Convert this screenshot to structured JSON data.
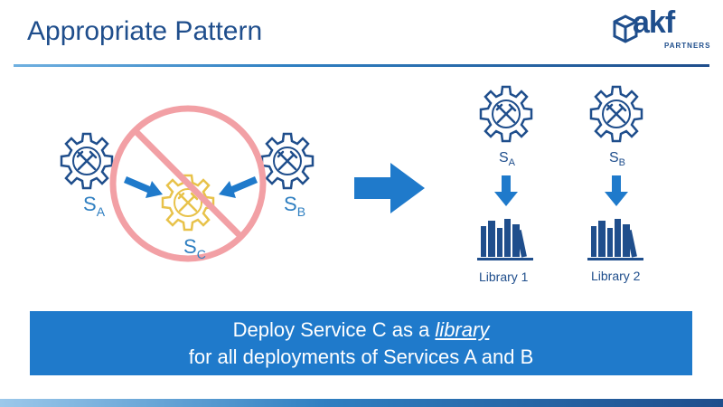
{
  "header": {
    "title": "Appropriate Pattern",
    "logo_name": "akf",
    "logo_sub": "PARTNERS"
  },
  "left_diagram": {
    "service_a": {
      "main": "S",
      "sub": "A"
    },
    "service_b": {
      "main": "S",
      "sub": "B"
    },
    "service_c": {
      "main": "S",
      "sub": "C"
    }
  },
  "right_diagram": {
    "service_a": {
      "main": "S",
      "sub": "A"
    },
    "service_b": {
      "main": "S",
      "sub": "B"
    },
    "library_1": "Library 1",
    "library_2": "Library 2"
  },
  "banner": {
    "line1_prefix": "Deploy Service C as a ",
    "line1_emph": "library",
    "line2": "for all deployments of Services A and B"
  },
  "colors": {
    "navy": "#1f4e8c",
    "blue": "#2f7fc1",
    "banner": "#1f7acb",
    "prohibit": "#f2a0a5",
    "gold": "#e8c24a"
  }
}
